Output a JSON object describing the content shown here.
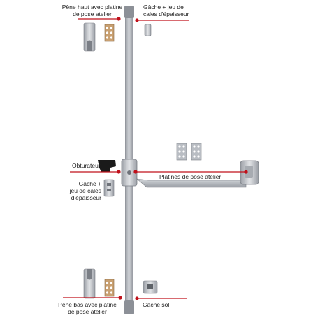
{
  "labels": {
    "top_left_line1": "Pêne haut avec platine",
    "top_left_line2": "de pose atelier",
    "top_right_line1": "Gâche + jeu de",
    "top_right_line2": "cales d'épaisseur",
    "obturateur": "Obturateur",
    "mid_left_line1": "Gâche +",
    "mid_left_line2": "jeu de cales",
    "mid_left_line3": "d'épaisseur",
    "platines": "Platines de pose atelier",
    "bottom_left_line1": "Pêne bas avec platine",
    "bottom_left_line2": "de pose atelier",
    "bottom_right": "Gâche sol"
  },
  "colors": {
    "callout_red": "#c0101a",
    "metal": "#b9bdc3",
    "metal_dark": "#8c9097",
    "black_part": "#1a1a1a",
    "bronze": "#c9a071"
  },
  "icons": [
    "top-latch-icon",
    "mounting-plate-icon",
    "strike-icon",
    "rod-icon",
    "push-bar-icon",
    "shutter-icon",
    "floor-strike-icon"
  ]
}
